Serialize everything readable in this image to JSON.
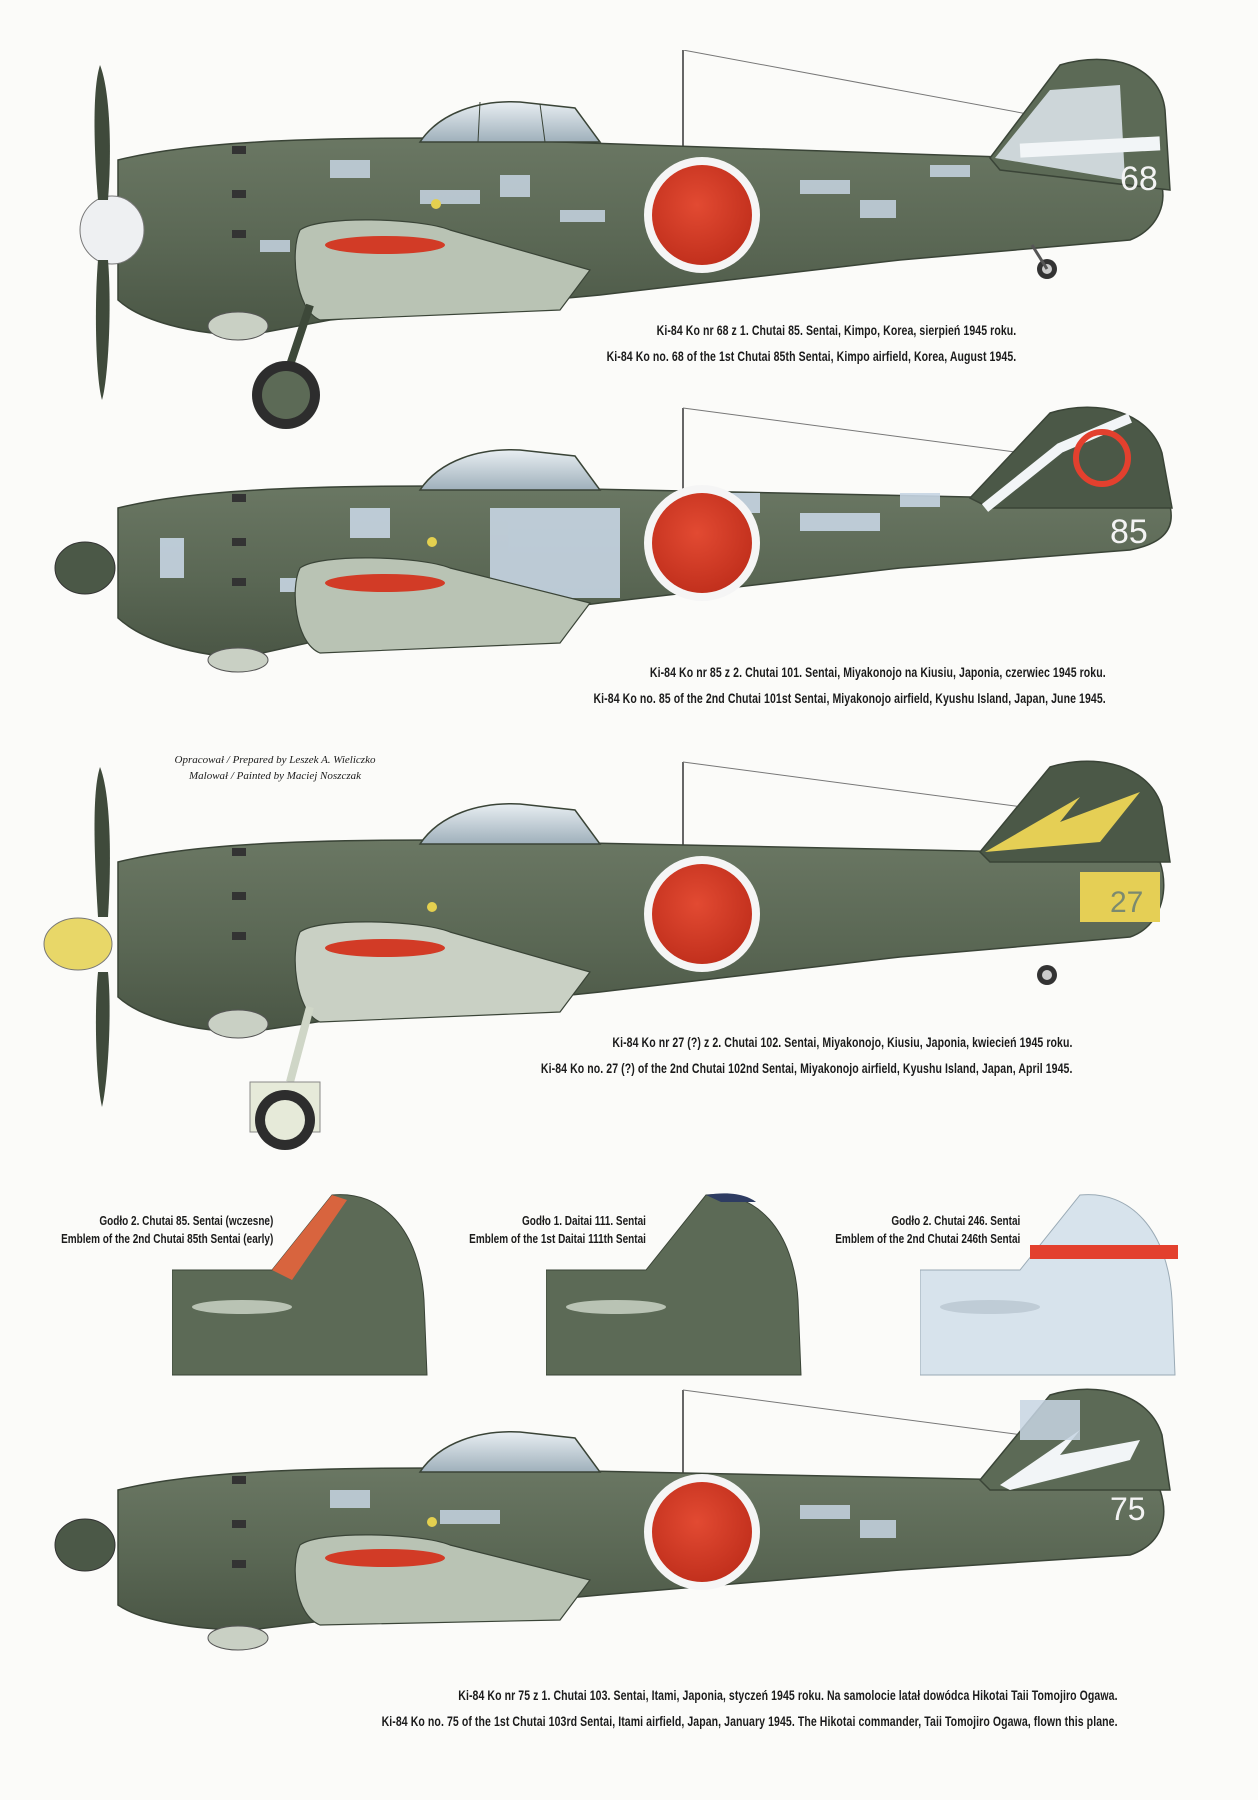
{
  "colors": {
    "green": "#5c6a56",
    "green_dark": "#4b5847",
    "underside": "#c9d0c4",
    "hinomaru": "#d23b26",
    "chipping": "#c7d5e3",
    "yellow": "#e5cf55",
    "light_blue_tail": "#d7e3ec",
    "red_band": "#e3402e"
  },
  "credits": {
    "prepared": "Opracował / Prepared by Leszek A. Wieliczko",
    "painted": "Malował / Painted by Maciej Noszczak"
  },
  "profiles": [
    {
      "number": "68",
      "caption_pl": "Ki-84 Ko nr 68 z 1. Chutai 85. Sentai, Kimpo, Korea, sierpień 1945 roku.",
      "caption_en": "Ki-84 Ko no. 68 of the 1st Chutai 85th Sentai, Kimpo airfield, Korea, August 1945.",
      "spinner": "white-spinner-icon"
    },
    {
      "number": "85",
      "caption_pl": "Ki-84 Ko nr 85 z 2. Chutai 101. Sentai, Miyakonojo na Kiusiu, Japonia, czerwiec 1945 roku.",
      "caption_en": "Ki-84 Ko no. 85 of the 2nd Chutai 101st Sentai, Miyakonojo airfield, Kyushu Island, Japan, June 1945.",
      "spinner": "green-spinner-icon"
    },
    {
      "number": "27",
      "caption_pl": "Ki-84 Ko nr 27 (?) z 2. Chutai 102. Sentai, Miyakonojo, Kiusiu, Japonia, kwiecień 1945 roku.",
      "caption_en": "Ki-84 Ko no. 27 (?) of the 2nd Chutai 102nd Sentai, Miyakonojo airfield, Kyushu Island, Japan, April 1945.",
      "spinner": "yellow-spinner-icon"
    },
    {
      "number": "75",
      "caption_pl": "Ki-84 Ko nr 75 z 1. Chutai 103. Sentai, Itami, Japonia, styczeń 1945 roku. Na samolocie latał dowódca Hikotai Taii Tomojiro Ogawa.",
      "caption_en": "Ki-84 Ko no. 75 of the 1st Chutai 103rd Sentai, Itami airfield, Japan, January 1945. The Hikotai commander, Taii Tomojiro Ogawa, flown this plane.",
      "spinner": "green-spinner-icon"
    }
  ],
  "emblems": [
    {
      "label_pl": "Godło 2. Chutai 85. Sentai (wczesne)",
      "label_en": "Emblem of the 2nd Chutai 85th Sentai (early)"
    },
    {
      "label_pl": "Godło 1. Daitai 111. Sentai",
      "label_en": "Emblem of the 1st Daitai 111th Sentai"
    },
    {
      "label_pl": "Godło 2. Chutai 246. Sentai",
      "label_en": "Emblem of the 2nd Chutai 246th Sentai"
    }
  ]
}
